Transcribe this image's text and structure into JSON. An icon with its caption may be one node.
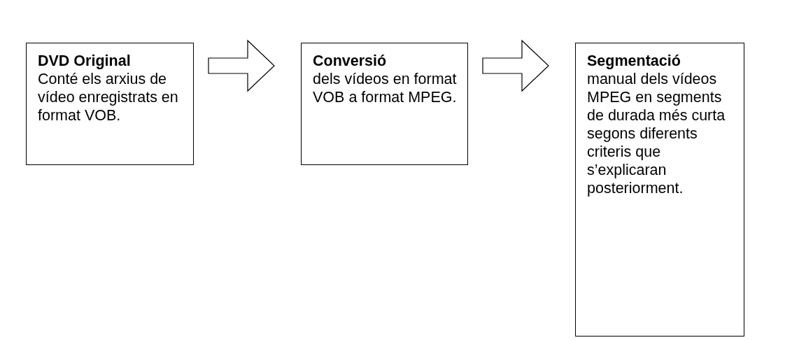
{
  "diagram": {
    "nodes": [
      {
        "text": [
          "DVD Original",
          "Conté els arxius de vídeo enregistrats en format VOB."
        ]
      },
      {
        "text": [
          "Conversió",
          "dels vídeos en format VOB a format MPEG."
        ]
      },
      {
        "text": [
          "Segmentació",
          "manual dels vídeos MPEG en segments de durada més curta segons diferents criteris que s’explicaran posteriorment."
        ]
      }
    ],
    "edges": [
      {
        "from": 0,
        "to": 1,
        "arrow": "to"
      },
      {
        "from": 1,
        "to": 2,
        "arrow": "to"
      }
    ]
  }
}
